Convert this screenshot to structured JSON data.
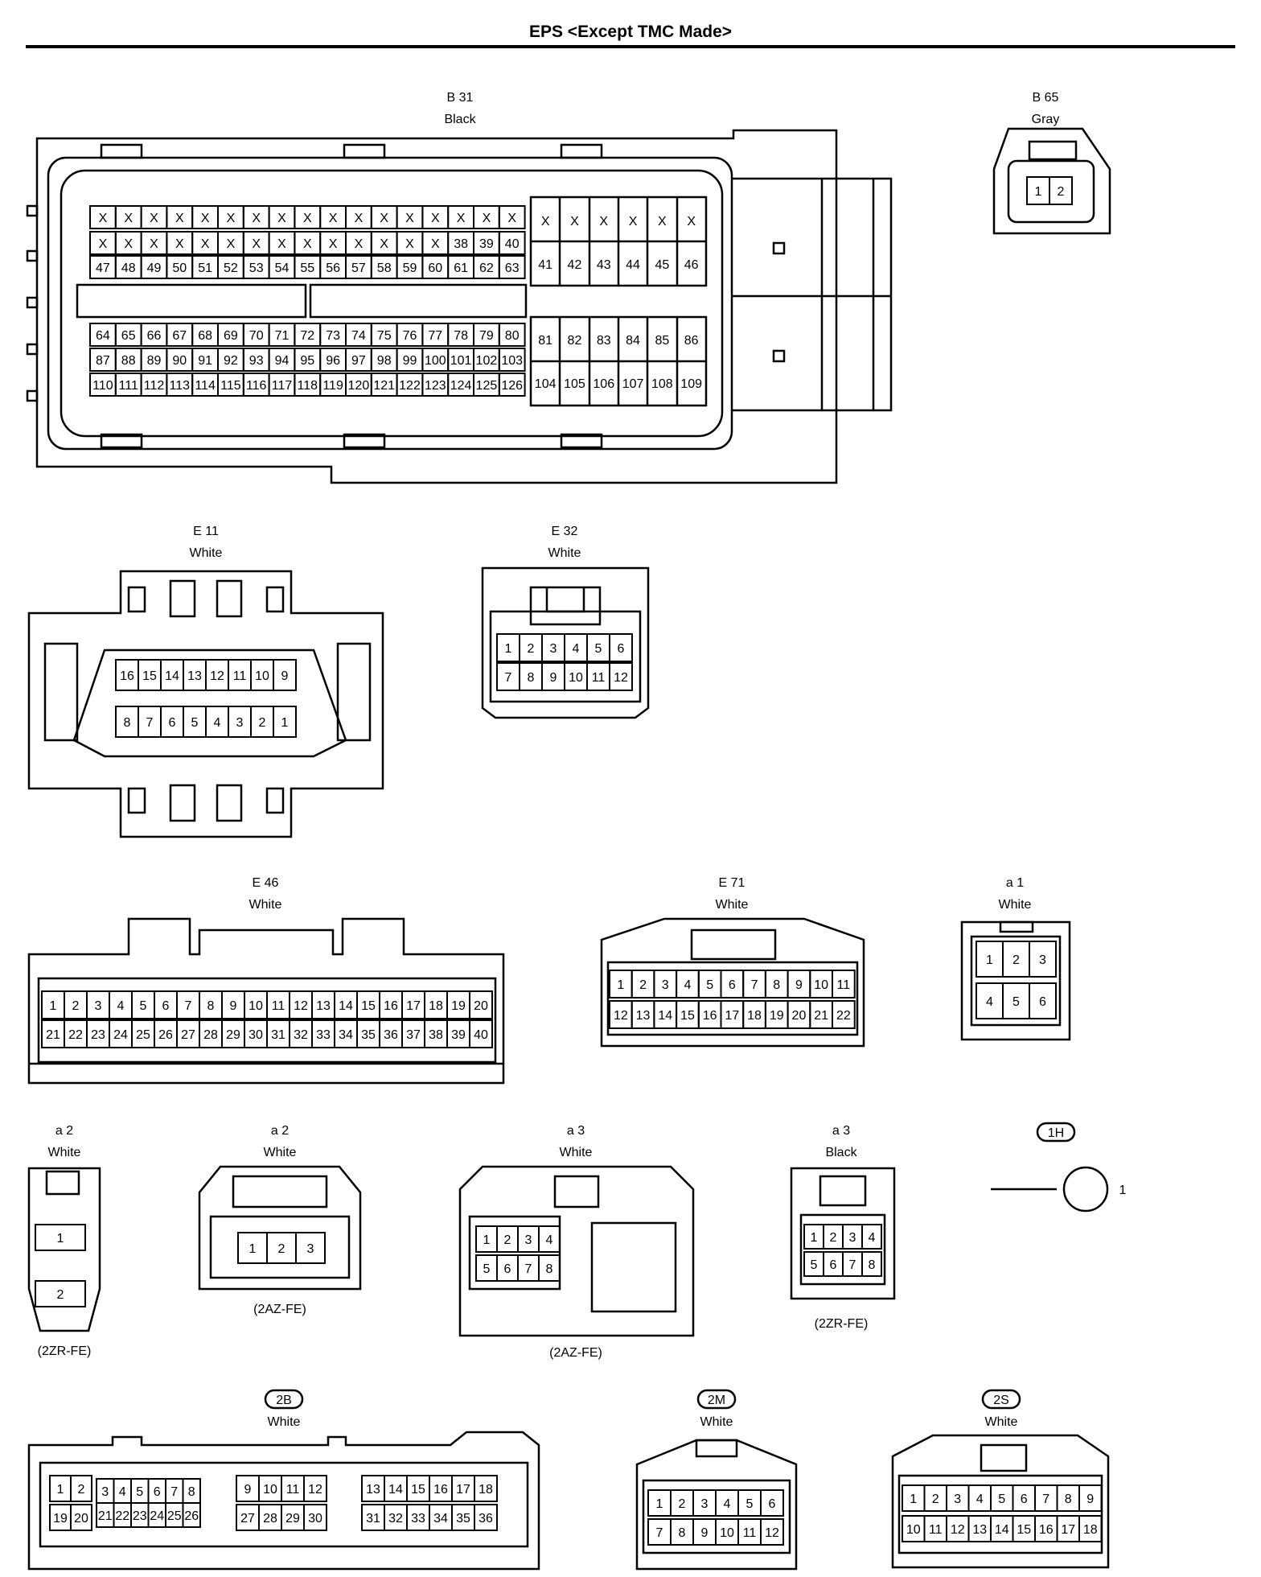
{
  "title": "EPS <Except TMC Made>",
  "connectors": {
    "B31": {
      "code": "B 31",
      "color": "Black",
      "leftA": [
        "X",
        "X",
        "X",
        "X",
        "X",
        "X",
        "X",
        "X",
        "X",
        "X",
        "X",
        "X",
        "X",
        "X",
        "X",
        "X",
        "X"
      ],
      "leftB": [
        "X",
        "X",
        "X",
        "X",
        "X",
        "X",
        "X",
        "X",
        "X",
        "X",
        "X",
        "X",
        "X",
        "X",
        "38",
        "39",
        "40"
      ],
      "leftC": [
        "47",
        "48",
        "49",
        "50",
        "51",
        "52",
        "53",
        "54",
        "55",
        "56",
        "57",
        "58",
        "59",
        "60",
        "61",
        "62",
        "63"
      ],
      "leftD": [
        "64",
        "65",
        "66",
        "67",
        "68",
        "69",
        "70",
        "71",
        "72",
        "73",
        "74",
        "75",
        "76",
        "77",
        "78",
        "79",
        "80"
      ],
      "leftE": [
        "87",
        "88",
        "89",
        "90",
        "91",
        "92",
        "93",
        "94",
        "95",
        "96",
        "97",
        "98",
        "99",
        "100",
        "101",
        "102",
        "103"
      ],
      "leftF": [
        "110",
        "111",
        "112",
        "113",
        "114",
        "115",
        "116",
        "117",
        "118",
        "119",
        "120",
        "121",
        "122",
        "123",
        "124",
        "125",
        "126"
      ],
      "rightA": [
        "X",
        "X",
        "X",
        "X",
        "X",
        "X"
      ],
      "rightB": [
        "41",
        "42",
        "43",
        "44",
        "45",
        "46"
      ],
      "rightC": [
        "81",
        "82",
        "83",
        "84",
        "85",
        "86"
      ],
      "rightD": [
        "104",
        "105",
        "106",
        "107",
        "108",
        "109"
      ]
    },
    "B65": {
      "code": "B 65",
      "color": "Gray",
      "pins": [
        "1",
        "2"
      ]
    },
    "E11": {
      "code": "E 11",
      "color": "White",
      "top": [
        "16",
        "15",
        "14",
        "13",
        "12",
        "11",
        "10",
        "9"
      ],
      "bottom": [
        "8",
        "7",
        "6",
        "5",
        "4",
        "3",
        "2",
        "1"
      ]
    },
    "E32": {
      "code": "E 32",
      "color": "White",
      "top": [
        "1",
        "2",
        "3",
        "4",
        "5",
        "6"
      ],
      "bottom": [
        "7",
        "8",
        "9",
        "10",
        "11",
        "12"
      ]
    },
    "E46": {
      "code": "E 46",
      "color": "White",
      "top": [
        "1",
        "2",
        "3",
        "4",
        "5",
        "6",
        "7",
        "8",
        "9",
        "10",
        "11",
        "12",
        "13",
        "14",
        "15",
        "16",
        "17",
        "18",
        "19",
        "20"
      ],
      "bottom": [
        "21",
        "22",
        "23",
        "24",
        "25",
        "26",
        "27",
        "28",
        "29",
        "30",
        "31",
        "32",
        "33",
        "34",
        "35",
        "36",
        "37",
        "38",
        "39",
        "40"
      ]
    },
    "E71": {
      "code": "E 71",
      "color": "White",
      "top": [
        "1",
        "2",
        "3",
        "4",
        "5",
        "6",
        "7",
        "8",
        "9",
        "10",
        "11"
      ],
      "bottom": [
        "12",
        "13",
        "14",
        "15",
        "16",
        "17",
        "18",
        "19",
        "20",
        "21",
        "22"
      ]
    },
    "a1": {
      "code": "a 1",
      "color": "White",
      "top": [
        "1",
        "2",
        "3"
      ],
      "bottom": [
        "4",
        "5",
        "6"
      ]
    },
    "a2_2zr": {
      "code": "a 2",
      "color": "White",
      "pins": [
        "1",
        "2"
      ],
      "note": "(2ZR-FE)"
    },
    "a2_2az": {
      "code": "a 2",
      "color": "White",
      "pins": [
        "1",
        "2",
        "3"
      ],
      "note": "(2AZ-FE)"
    },
    "a3_2az": {
      "code": "a 3",
      "color": "White",
      "top": [
        "1",
        "2",
        "3",
        "4"
      ],
      "bottom": [
        "5",
        "6",
        "7",
        "8"
      ],
      "note": "(2AZ-FE)"
    },
    "a3_2zr": {
      "code": "a 3",
      "color": "Black",
      "top": [
        "1",
        "2",
        "3",
        "4"
      ],
      "bottom": [
        "5",
        "6",
        "7",
        "8"
      ],
      "note": "(2ZR-FE)"
    },
    "1H": {
      "code": "1H",
      "pin": "1"
    },
    "2B": {
      "code": "2B",
      "color": "White",
      "g1top": [
        "1",
        "2"
      ],
      "g1bot": [
        "19",
        "20"
      ],
      "g2top": [
        "3",
        "4",
        "5",
        "6",
        "7",
        "8"
      ],
      "g2bot": [
        "21",
        "22",
        "23",
        "24",
        "25",
        "26"
      ],
      "g3top": [
        "9",
        "10",
        "11",
        "12"
      ],
      "g3bot": [
        "27",
        "28",
        "29",
        "30"
      ],
      "g4top": [
        "13",
        "14",
        "15",
        "16",
        "17",
        "18"
      ],
      "g4bot": [
        "31",
        "32",
        "33",
        "34",
        "35",
        "36"
      ]
    },
    "2M": {
      "code": "2M",
      "color": "White",
      "top": [
        "1",
        "2",
        "3",
        "4",
        "5",
        "6"
      ],
      "bottom": [
        "7",
        "8",
        "9",
        "10",
        "11",
        "12"
      ]
    },
    "2S": {
      "code": "2S",
      "color": "White",
      "top": [
        "1",
        "2",
        "3",
        "4",
        "5",
        "6",
        "7",
        "8",
        "9"
      ],
      "bottom": [
        "10",
        "11",
        "12",
        "13",
        "14",
        "15",
        "16",
        "17",
        "18"
      ]
    }
  }
}
